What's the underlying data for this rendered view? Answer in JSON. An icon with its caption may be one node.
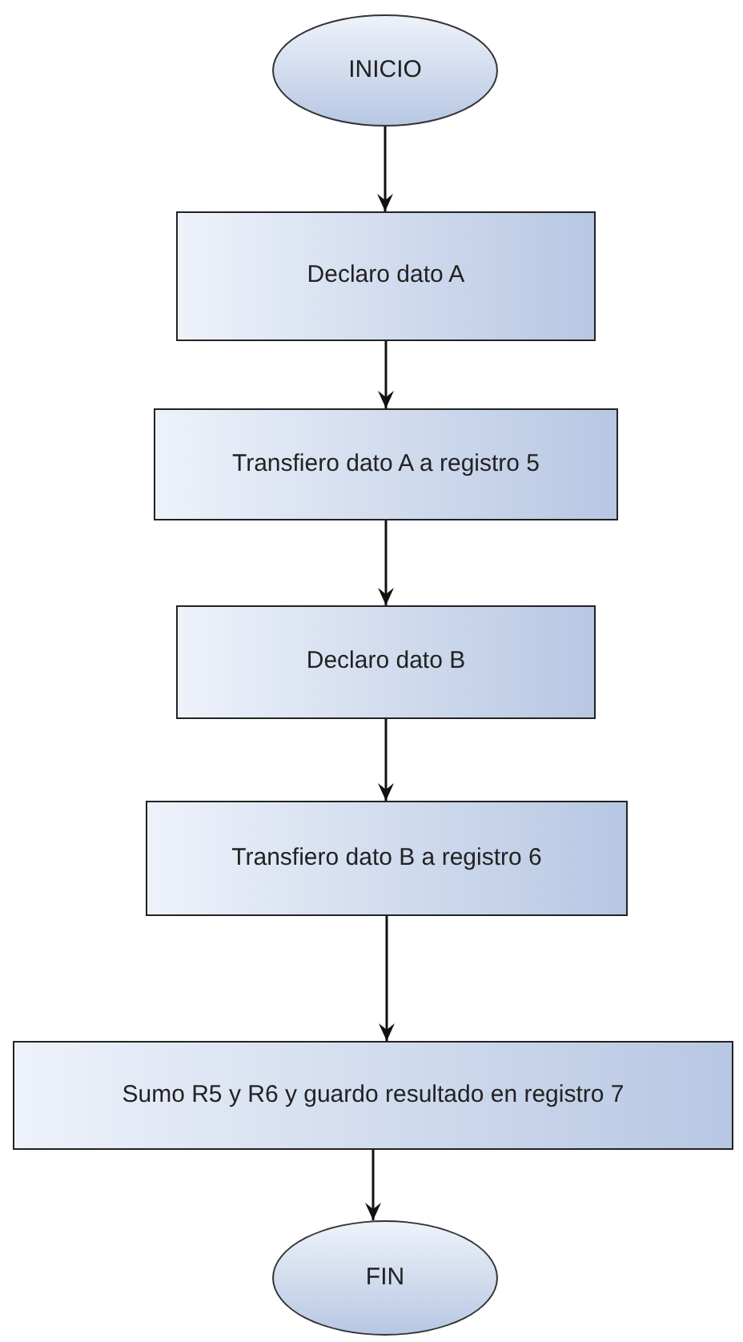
{
  "diagram": {
    "nodes": [
      {
        "text": [
          "INICIO"
        ]
      },
      {
        "text": [
          "Declaro dato A"
        ]
      },
      {
        "text": [
          "Transfiero dato A a registro 5"
        ]
      },
      {
        "text": [
          "Declaro dato B"
        ]
      },
      {
        "text": [
          "Transfiero dato B a registro 6"
        ]
      },
      {
        "text": [
          "Sumo R5 y R6 y guardo resultado en registro 7"
        ]
      },
      {
        "text": [
          "FIN"
        ]
      }
    ],
    "edges": [
      {
        "from": 0,
        "to": 1,
        "arrow": "to"
      },
      {
        "from": 1,
        "to": 2,
        "arrow": "to"
      },
      {
        "from": 2,
        "to": 3,
        "arrow": "to"
      },
      {
        "from": 3,
        "to": 4,
        "arrow": "to"
      },
      {
        "from": 4,
        "to": 5,
        "arrow": "to"
      },
      {
        "from": 5,
        "to": 6,
        "arrow": "to"
      }
    ]
  }
}
